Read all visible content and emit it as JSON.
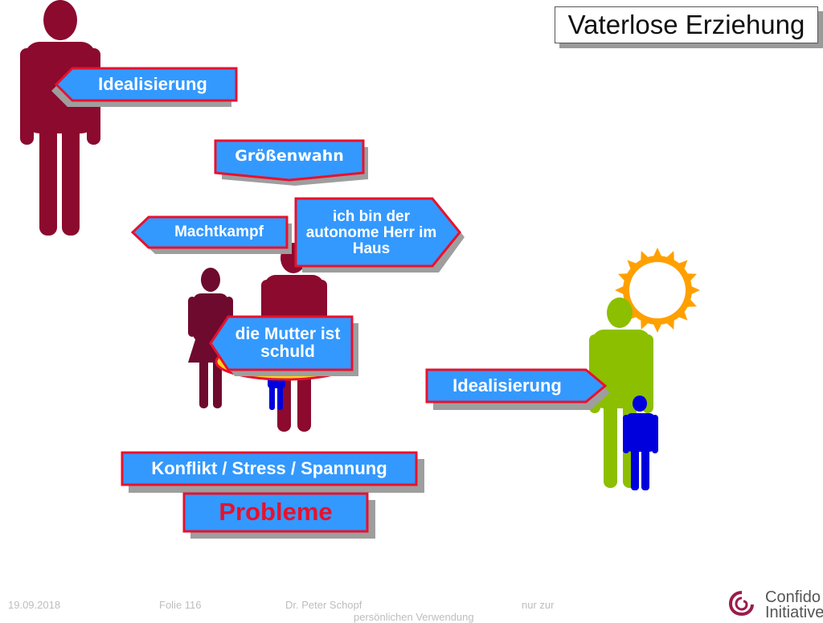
{
  "title": "Vaterlose Erziehung",
  "labels": {
    "idealisierung_top": "Idealisierung",
    "groessenwahn": "Größenwahn",
    "machtkampf": "Machtkampf",
    "autonome_herr": "ich bin der autonome Herr im Haus",
    "mutter_schuld": "die Mutter ist schuld",
    "idealisierung_right": "Idealisierung",
    "konflikt": "Konflikt / Stress / Spannung",
    "probleme": "Probleme"
  },
  "footer": {
    "date": "19.09.2018",
    "slide": "Folie 116",
    "author": "Dr. Peter Schopf",
    "note": "nur zur",
    "note2": "persönlichen Verwendung"
  },
  "logo": {
    "line1": "Confido",
    "line2": "Initiativen"
  },
  "colors": {
    "father": "#8b0a2e",
    "mother": "#6e0a2e",
    "child": "#0000dd",
    "man_green": "#8cbf00",
    "sun": "#ffa000",
    "label_fill": "#3399ff",
    "label_border": "#e8112d"
  }
}
